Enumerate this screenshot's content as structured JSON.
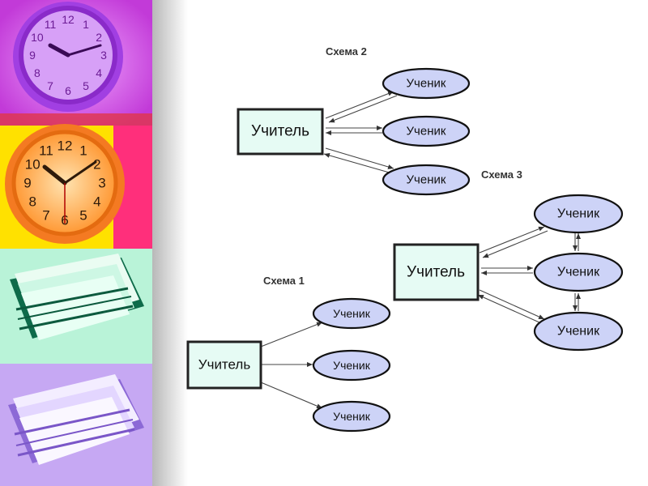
{
  "side_panel": {
    "tiles": [
      "purple-clock-image",
      "orange-clock-image",
      "green-papers-image",
      "violet-papers-image"
    ],
    "clock_numbers": [
      "12",
      "1",
      "2",
      "3",
      "4",
      "5",
      "6",
      "7",
      "8",
      "9",
      "10",
      "11"
    ]
  },
  "schema2": {
    "title": "Схема 2",
    "teacher": "Учитель",
    "students": [
      "Ученик",
      "Ученик",
      "Ученик"
    ]
  },
  "schema3": {
    "title": "Схема 3",
    "teacher": "Учитель",
    "students": [
      "Ученик",
      "Ученик",
      "Ученик"
    ]
  },
  "schema1": {
    "title": "Схема 1",
    "teacher": "Учитель",
    "students": [
      "Ученик",
      "Ученик",
      "Ученик"
    ]
  }
}
